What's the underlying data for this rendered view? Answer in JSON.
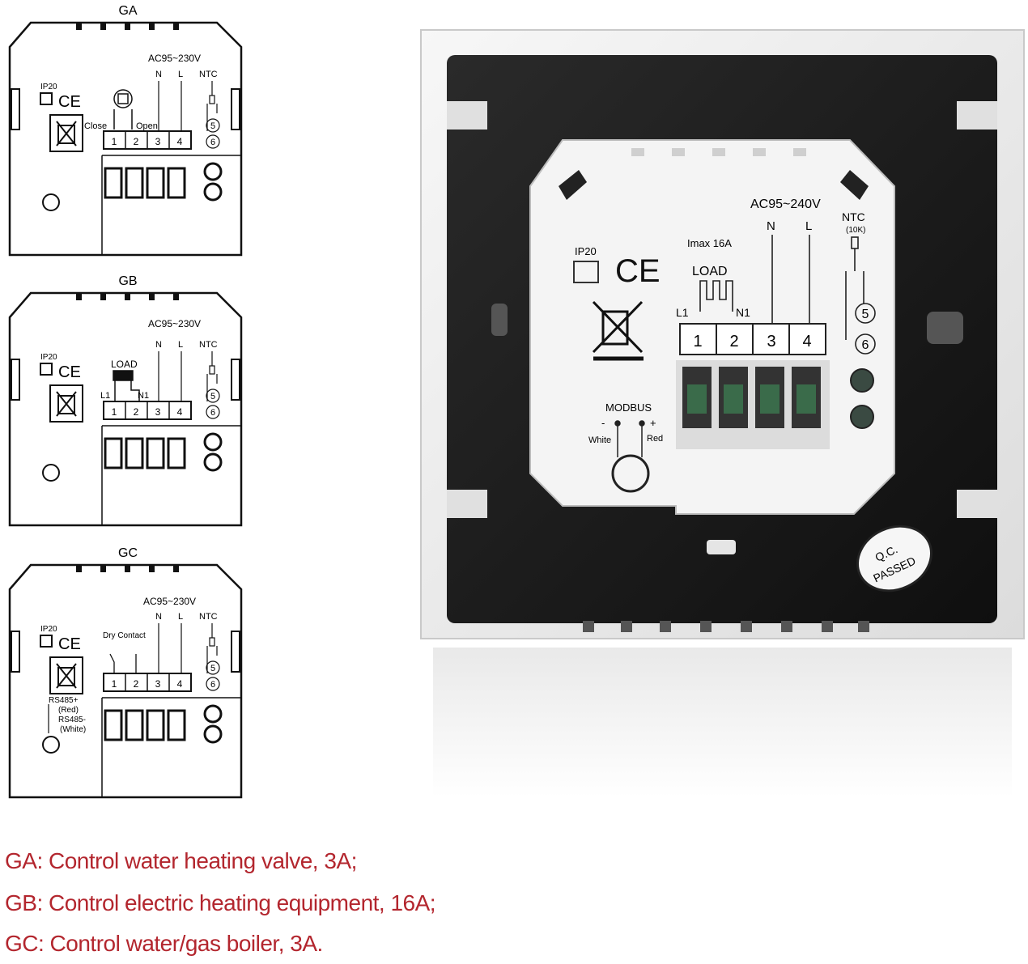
{
  "schematics": [
    {
      "id": "GA",
      "label": "GA",
      "voltage": "AC95~230V",
      "ip": "IP20",
      "ce": "CE",
      "n": "N",
      "l": "L",
      "ntc": "NTC",
      "close": "Close",
      "open": "Open",
      "terminals": [
        "1",
        "2",
        "3",
        "4"
      ],
      "ntc_pins": [
        "5",
        "6"
      ]
    },
    {
      "id": "GB",
      "label": "GB",
      "voltage": "AC95~230V",
      "ip": "IP20",
      "ce": "CE",
      "n": "N",
      "l": "L",
      "ntc": "NTC",
      "load": "LOAD",
      "l1": "L1",
      "n1": "N1",
      "terminals": [
        "1",
        "2",
        "3",
        "4"
      ],
      "ntc_pins": [
        "5",
        "6"
      ]
    },
    {
      "id": "GC",
      "label": "GC",
      "voltage": "AC95~230V",
      "ip": "IP20",
      "ce": "CE",
      "n": "N",
      "l": "L",
      "ntc": "NTC",
      "dry_contact": "Dry Contact",
      "rs485_plus": "RS485+",
      "red": "(Red)",
      "rs485_minus": "RS485-",
      "white": "(White)",
      "terminals": [
        "1",
        "2",
        "3",
        "4"
      ],
      "ntc_pins": [
        "5",
        "6"
      ]
    }
  ],
  "device": {
    "voltage": "AC95~240V",
    "imax": "Imax 16A",
    "ip": "IP20",
    "ce": "CE",
    "n": "N",
    "l": "L",
    "ntc": "NTC",
    "ntc_value": "(10K)",
    "load": "LOAD",
    "l1": "L1",
    "n1": "N1",
    "terminals": [
      "1",
      "2",
      "3",
      "4"
    ],
    "ntc_pins": [
      "5",
      "6"
    ],
    "modbus": "MODBUS",
    "minus": "-",
    "plus": "+",
    "white": "White",
    "red": "Red",
    "qc_line1": "Q.C.",
    "qc_line2": "PASSED"
  },
  "captions": [
    "GA: Control water heating valve, 3A;",
    "GB: Control electric heating equipment, 16A;",
    "GC: Control water/gas boiler, 3A."
  ],
  "colors": {
    "caption": "#b3262e",
    "device_panel": "#1a1a1a",
    "frame": "#eeeeee"
  }
}
